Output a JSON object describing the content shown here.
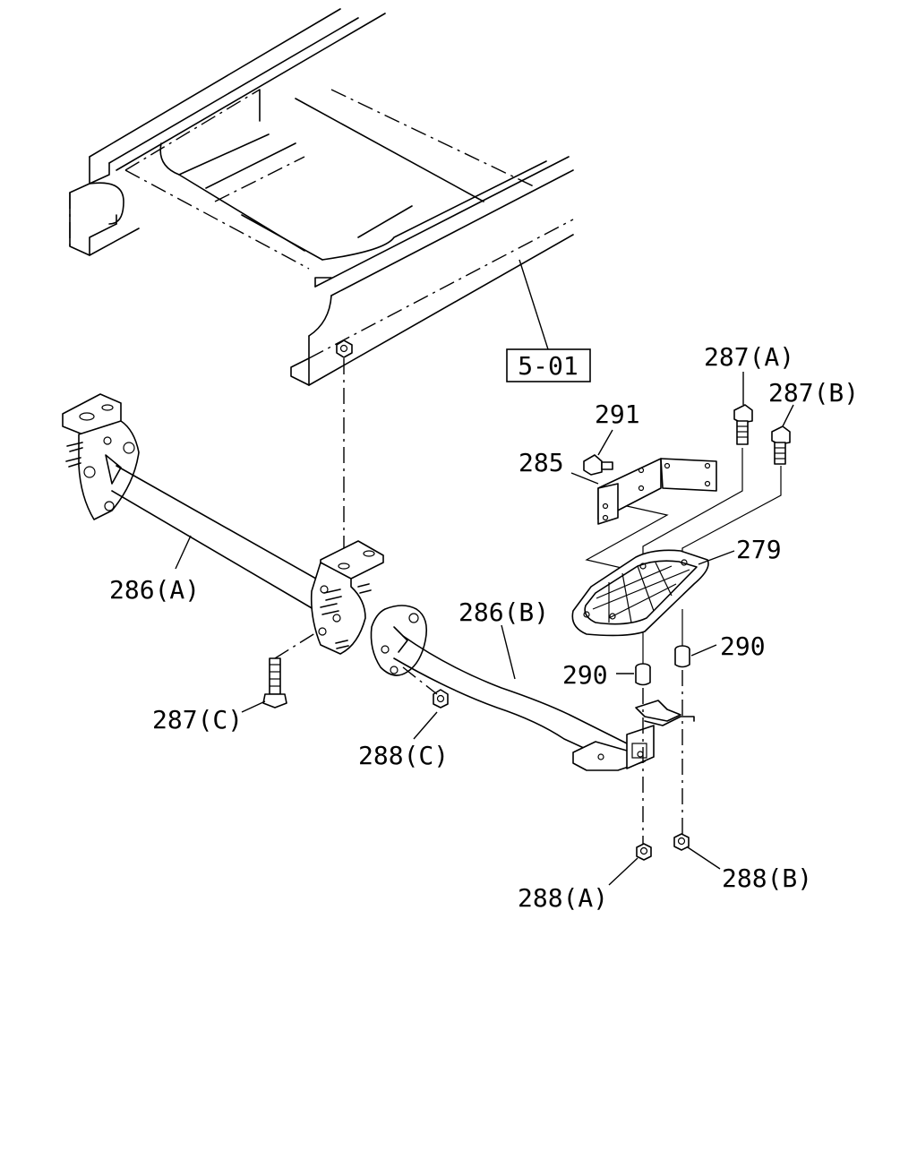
{
  "labels": {
    "ref_5_01": "5-01",
    "p279": "279",
    "p285": "285",
    "p286a": "286(A)",
    "p286b": "286(B)",
    "p287a": "287(A)",
    "p287b": "287(B)",
    "p287c": "287(C)",
    "p288a": "288(A)",
    "p288b": "288(B)",
    "p288c": "288(C)",
    "p290_left": "290",
    "p290_right": "290",
    "p291": "291"
  }
}
